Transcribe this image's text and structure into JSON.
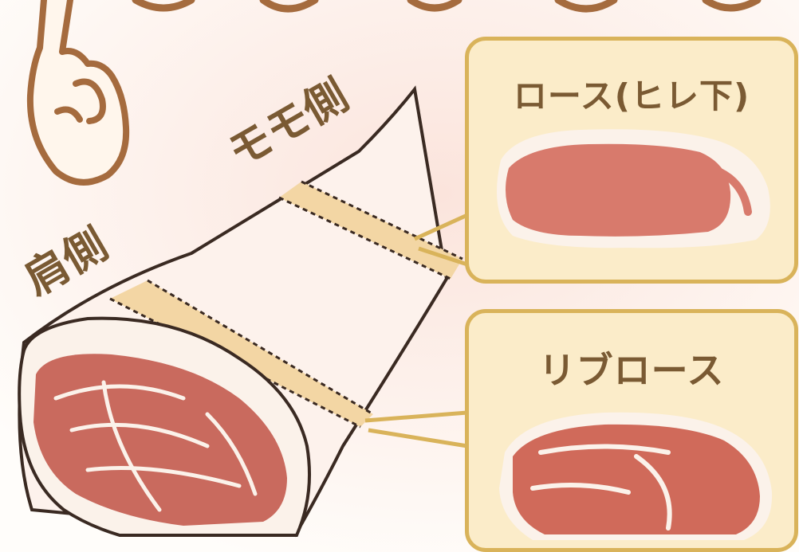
{
  "labels": {
    "momo_side": "モモ側",
    "shoulder_side": "肩側"
  },
  "callouts": {
    "loin": {
      "label": "ロース(ヒレ下)"
    },
    "rib_loin": {
      "label": "リブロース"
    }
  },
  "colors": {
    "callout_fill": "#fbecc9",
    "callout_border": "#d9b35a",
    "band_fill": "#f3d6a4",
    "meat_red": "#c96a5e",
    "fat_white": "#fbf2ea",
    "outline": "#3a2a22",
    "label_brown": "#7a5a33",
    "finger_brown": "#a56b3e"
  },
  "icons": [
    "pointing-finger-icon"
  ]
}
